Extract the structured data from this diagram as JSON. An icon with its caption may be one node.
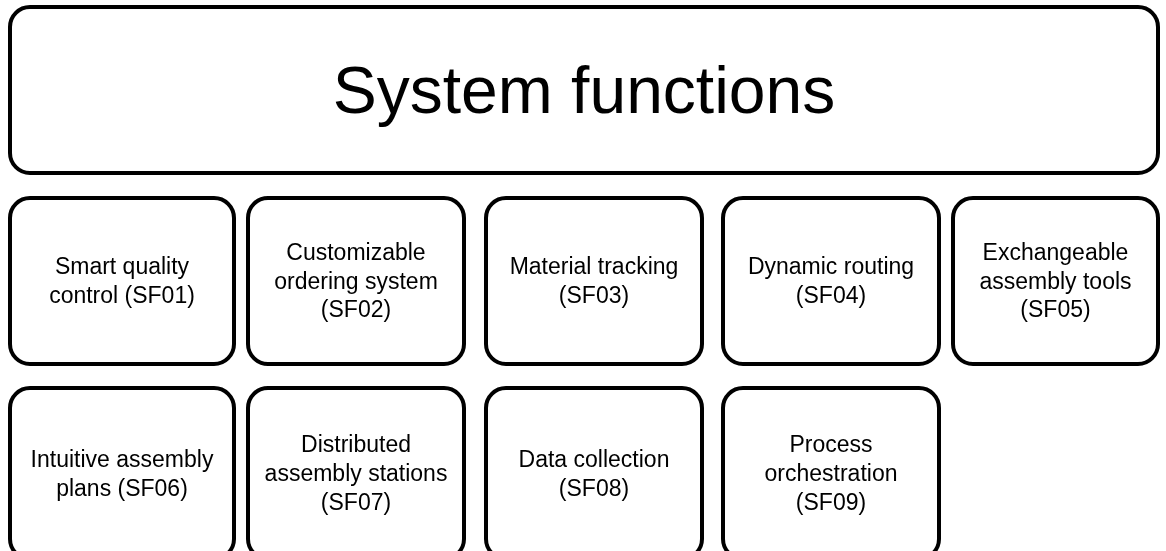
{
  "diagram": {
    "nodes": [
      {
        "text": [
          "System functions"
        ]
      },
      {
        "text": [
          "Smart quality control (SF01)"
        ]
      },
      {
        "text": [
          "Customizable ordering system (SF02)"
        ]
      },
      {
        "text": [
          "Material tracking (SF03)"
        ]
      },
      {
        "text": [
          "Dynamic routing (SF04)"
        ]
      },
      {
        "text": [
          "Exchangeable assembly tools (SF05)"
        ]
      },
      {
        "text": [
          "Intuitive assembly plans (SF06)"
        ]
      },
      {
        "text": [
          "Distributed assembly stations (SF07)"
        ]
      },
      {
        "text": [
          "Data collection (SF08)"
        ]
      },
      {
        "text": [
          "Process orchestration (SF09)"
        ]
      }
    ]
  }
}
